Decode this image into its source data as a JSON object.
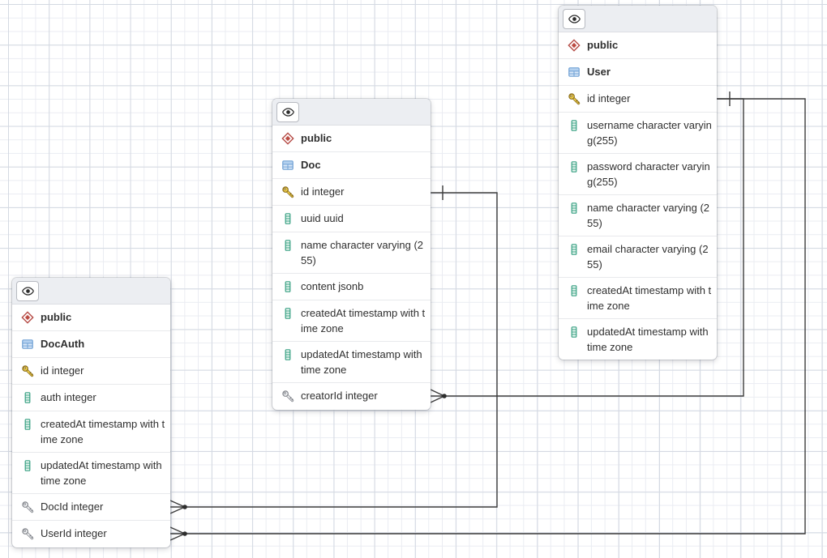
{
  "tables": [
    {
      "schema": "public",
      "name": "DocAuth",
      "columns": [
        {
          "icon": "pk",
          "label": "id integer"
        },
        {
          "icon": "col",
          "label": "auth integer"
        },
        {
          "icon": "col",
          "label": "createdAt timestamp with time zone"
        },
        {
          "icon": "col",
          "label": "updatedAt timestamp with time zone"
        },
        {
          "icon": "fk",
          "label": "DocId integer"
        },
        {
          "icon": "fk",
          "label": "UserId integer"
        }
      ]
    },
    {
      "schema": "public",
      "name": "Doc",
      "columns": [
        {
          "icon": "pk",
          "label": "id integer"
        },
        {
          "icon": "col",
          "label": "uuid uuid"
        },
        {
          "icon": "col",
          "label": "name character varying (255)"
        },
        {
          "icon": "col",
          "label": "content jsonb"
        },
        {
          "icon": "col",
          "label": "createdAt timestamp with time zone"
        },
        {
          "icon": "col",
          "label": "updatedAt timestamp with time zone"
        },
        {
          "icon": "fk",
          "label": "creatorId integer"
        }
      ]
    },
    {
      "schema": "public",
      "name": "User",
      "columns": [
        {
          "icon": "pk",
          "label": "id integer"
        },
        {
          "icon": "col",
          "label": "username character varying(255)"
        },
        {
          "icon": "col",
          "label": "password character varying(255)"
        },
        {
          "icon": "col",
          "label": "name character varying (255)"
        },
        {
          "icon": "col",
          "label": "email character varying (255)"
        },
        {
          "icon": "col",
          "label": "createdAt timestamp with time zone"
        },
        {
          "icon": "col",
          "label": "updatedAt timestamp with time zone"
        }
      ]
    }
  ],
  "relationships": [
    {
      "from": "DocAuth.DocId",
      "to": "Doc.id",
      "from_cardinality": "many",
      "to_cardinality": "one"
    },
    {
      "from": "Doc.creatorId",
      "to": "User.id",
      "from_cardinality": "many",
      "to_cardinality": "one"
    },
    {
      "from": "DocAuth.UserId",
      "to": "User.id",
      "from_cardinality": "many",
      "to_cardinality": "one"
    }
  ],
  "colors": {
    "header_bar": "#eceef2",
    "schema_icon_red": "#bb4a41",
    "table_icon_blue": "#6d9fd4",
    "primary_key_gold": "#efce4a",
    "foreign_key_gray": "#83868c",
    "column_icon_green": "#38a183",
    "relationship_line": "#3c3c3c",
    "grid_minor": "#eaecf2",
    "grid_major": "#d4d9e2"
  }
}
